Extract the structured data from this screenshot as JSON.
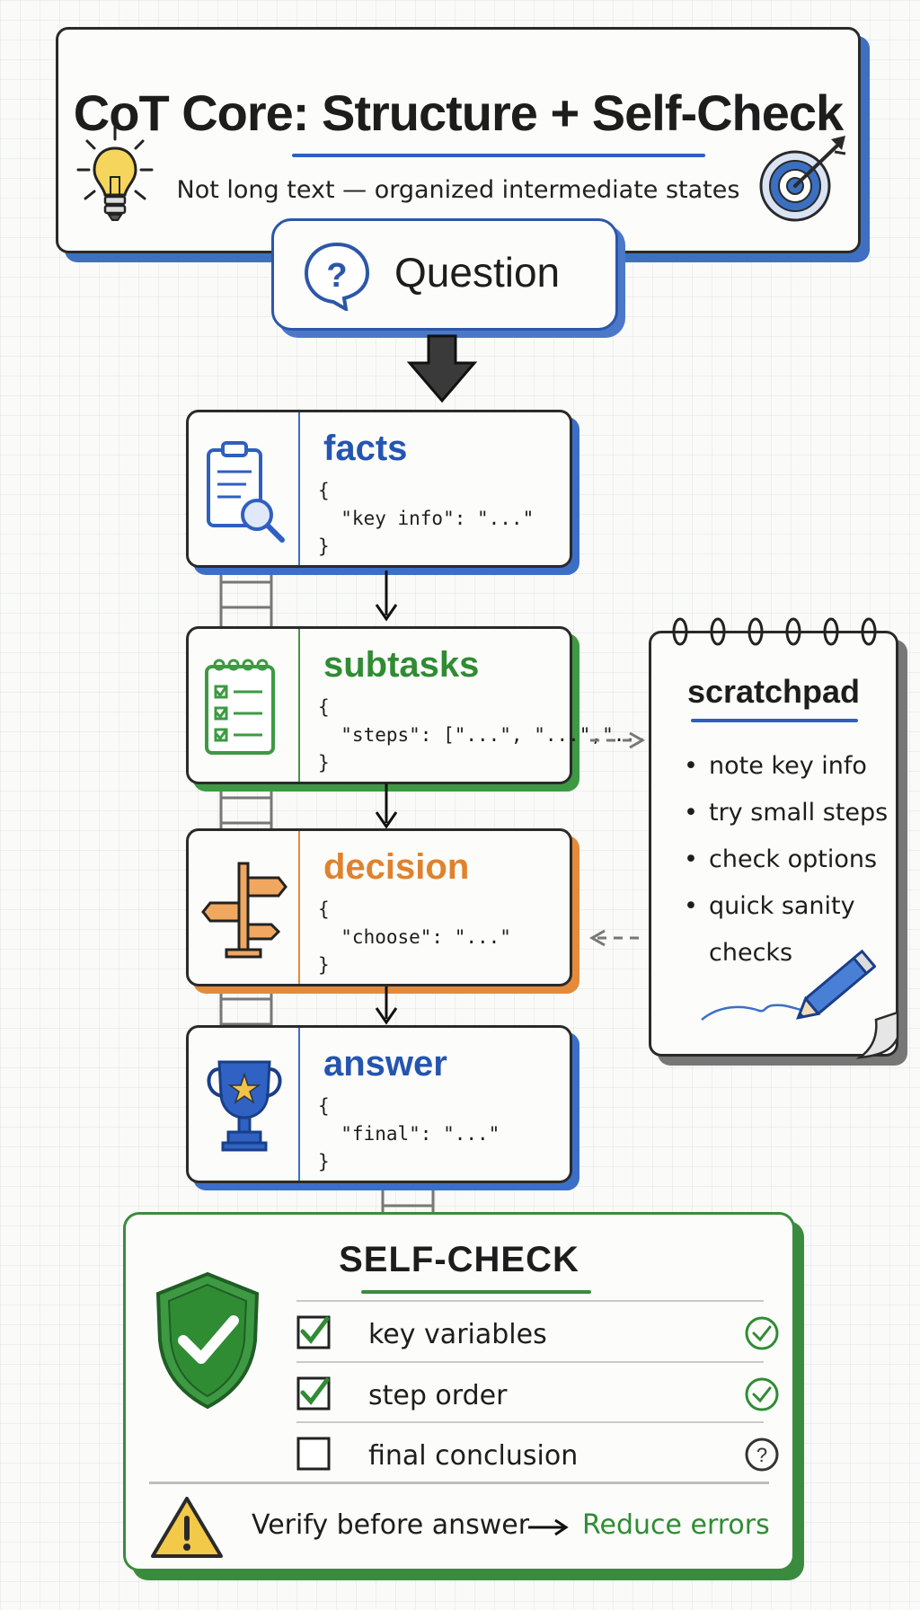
{
  "title": "CoT Core: Structure + Self-Check",
  "subtitle": "Not long text — organized intermediate states",
  "question": "Question",
  "stages": {
    "facts": {
      "heading": "facts",
      "code": "{\n  \"key info\": \"...\"\n}"
    },
    "subtasks": {
      "heading": "subtasks",
      "code": "{\n  \"steps\": [\"...\", \"...\",\"...]\n}"
    },
    "decision": {
      "heading": "decision",
      "code": "{\n  \"choose\": \"...\"\n}"
    },
    "answer": {
      "heading": "answer",
      "code": "{\n  \"final\": \"...\"\n}"
    }
  },
  "scratchpad": {
    "title": "scratchpad",
    "items": [
      "note key info",
      "try small steps",
      "check options",
      "quick sanity",
      "checks"
    ]
  },
  "self_check": {
    "title": "SELF-CHECK",
    "items": [
      {
        "label": "key variables",
        "checked": true,
        "status": "check-circle-icon"
      },
      {
        "label": "step order",
        "checked": true,
        "status": "check-circle-icon"
      },
      {
        "label": "final conclusion",
        "checked": false,
        "status": "question-circle-icon"
      }
    ],
    "footer_left": "Verify before answer",
    "footer_right": "Reduce errors"
  },
  "colors": {
    "blue": "#2f5fbf",
    "green": "#3b8b3f",
    "orange": "#e38a3b",
    "ink": "#1d1d1d"
  },
  "icons": [
    "lightbulb-icon",
    "target-icon",
    "question-bubble-icon",
    "clipboard-search-icon",
    "checklist-icon",
    "signpost-icon",
    "trophy-icon",
    "shield-check-icon",
    "warning-icon",
    "pencil-icon",
    "arrow-right-icon"
  ]
}
